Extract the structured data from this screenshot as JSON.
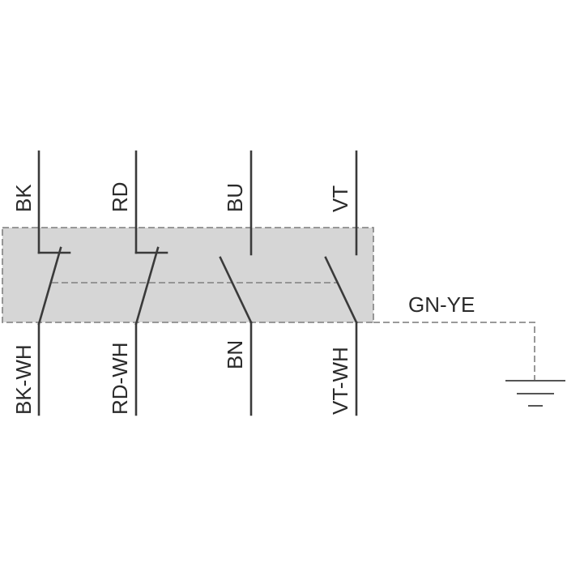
{
  "diagram": {
    "top_wires": [
      "BK",
      "RD",
      "BU",
      "VT"
    ],
    "bottom_wires": [
      "BK-WH",
      "RD-WH",
      "BN",
      "VT-WH"
    ],
    "ground_label": "GN-YE"
  },
  "colors": {
    "housing_fill": "#d6d6d6",
    "wire": "#3a3a3a",
    "dashed": "#8c8c8c"
  },
  "icons": [
    "ground-symbol-icon"
  ]
}
